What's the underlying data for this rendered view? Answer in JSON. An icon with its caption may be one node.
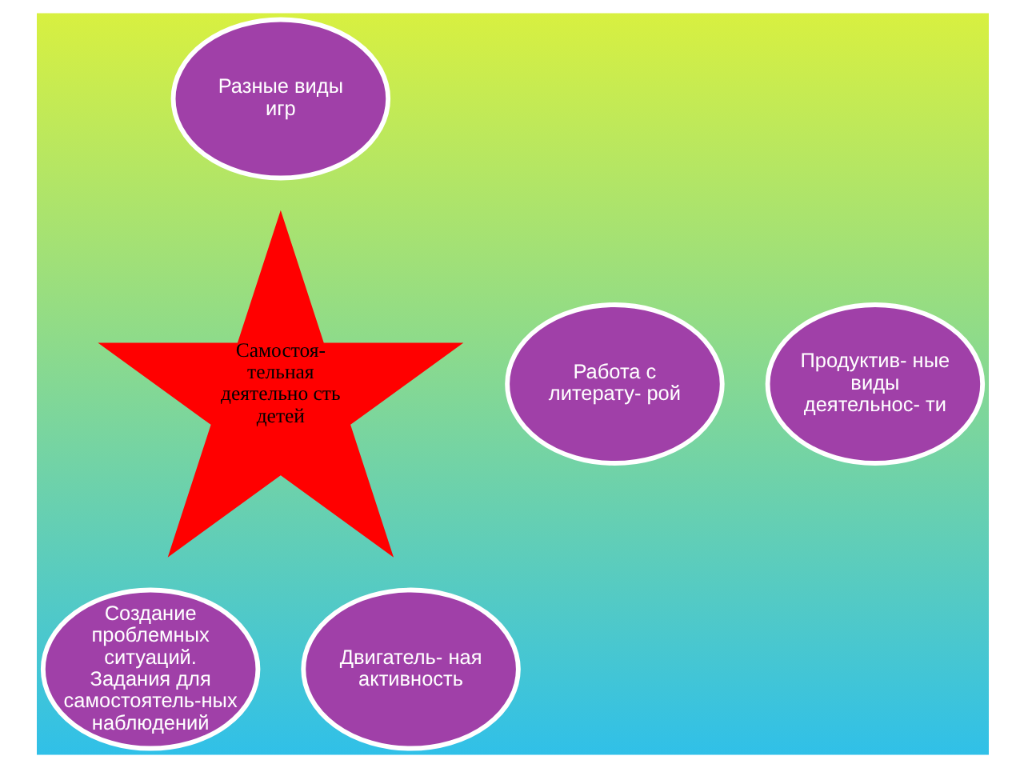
{
  "diagram": {
    "nodes": [
      {
        "text": [
          "Разные виды игр"
        ]
      },
      {
        "text": [
          "Работа с литерату- рой"
        ]
      },
      {
        "text": [
          "Самостоя- тельная деятельно сть детей"
        ]
      },
      {
        "text": [
          "Продуктив- ные виды деятельнос- ти"
        ]
      },
      {
        "text": [
          "Создание проблемных ситуаций. Задания для самостоятель-ных наблюдений"
        ]
      },
      {
        "text": [
          "Двигатель- ная активность"
        ]
      }
    ]
  }
}
